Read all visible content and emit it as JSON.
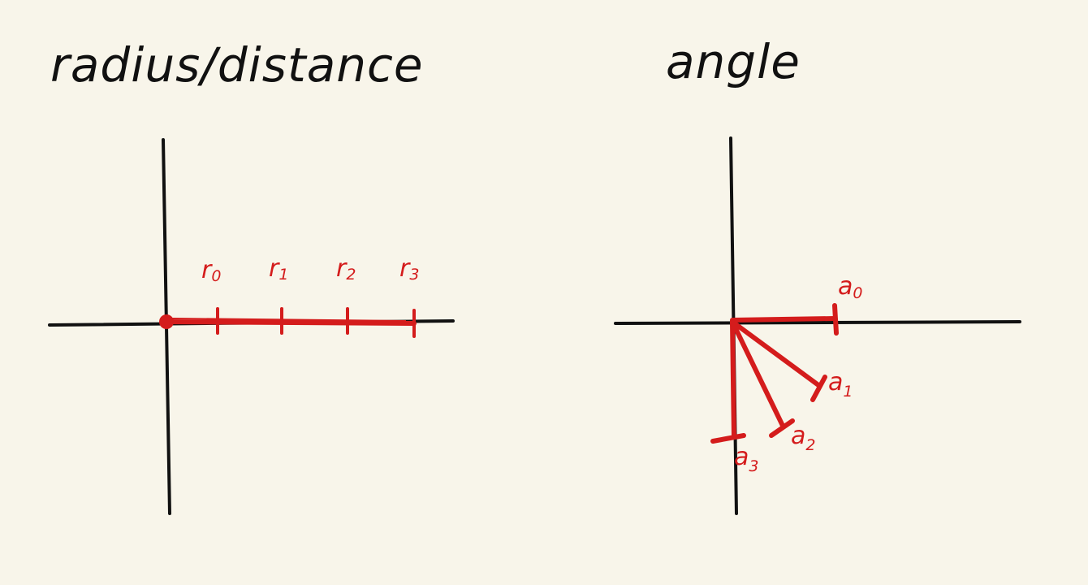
{
  "colors": {
    "background": "#f8f5ea",
    "ink": "#111111",
    "accent": "#d41c1c"
  },
  "left_panel": {
    "title": "radius/distance",
    "labels": [
      {
        "base": "r",
        "sub": "0"
      },
      {
        "base": "r",
        "sub": "1"
      },
      {
        "base": "r",
        "sub": "2"
      },
      {
        "base": "r",
        "sub": "3"
      }
    ]
  },
  "right_panel": {
    "title": "angle",
    "labels": [
      {
        "base": "a",
        "sub": "0"
      },
      {
        "base": "a",
        "sub": "1"
      },
      {
        "base": "a",
        "sub": "2"
      },
      {
        "base": "a",
        "sub": "3"
      }
    ]
  }
}
